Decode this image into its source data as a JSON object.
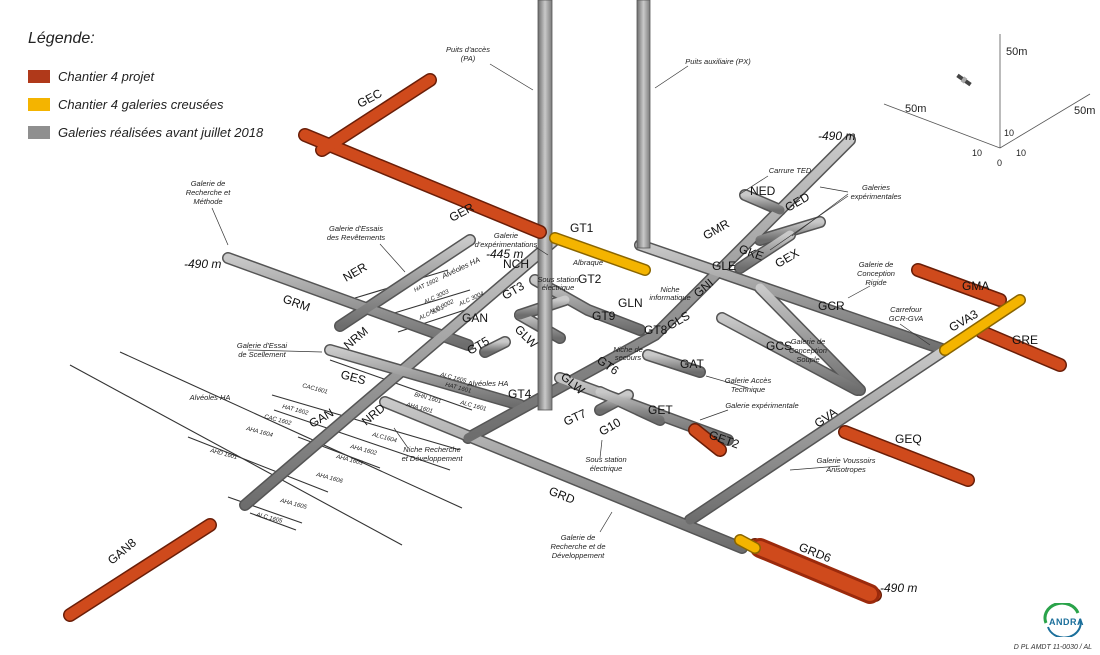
{
  "legend": {
    "title": "Légende:",
    "items": [
      {
        "label": "Chantier 4 projet",
        "color": "#b0391a"
      },
      {
        "label": "Chantier 4 galeries creusées",
        "color": "#f4b400"
      },
      {
        "label": "Galeries réalisées avant juillet 2018",
        "color": "#8f8f8f"
      }
    ]
  },
  "colors": {
    "projet": "#c84a1f",
    "creusees": "#f4b400",
    "realisees": "#9a9a9a"
  },
  "labels": {
    "GEC": "GEC",
    "GER": "GER",
    "GT1": "GT1",
    "NCH": "NCH",
    "GT2": "GT2",
    "GT3": "GT3",
    "GLN": "GLN",
    "GT9": "GT9",
    "GT8": "GT8",
    "GLS": "GLS",
    "GT5": "GT5",
    "GLW": "GLW",
    "GT6": "GT6",
    "GAT": "GAT",
    "GT4": "GT4",
    "GLWb": "GLW",
    "GT7": "GT7",
    "GET": "GET",
    "GET2": "GET2",
    "G10": "G10",
    "GRD": "GRD",
    "GRD6": "GRD6",
    "GAN8": "GAN8",
    "GANa": "GAN",
    "GANb": "GAN",
    "GES": "GES",
    "NRD": "NRD",
    "NRM": "NRM",
    "NER": "NER",
    "GRM": "GRM",
    "GMR": "GMR",
    "GKE": "GKE",
    "GLE": "GLE",
    "GNI": "GNI",
    "NED": "NED",
    "GED": "GED",
    "GEX": "GEX",
    "GCR": "GCR",
    "GCS": "GCS",
    "GMA": "GMA",
    "GVA3": "GVA3",
    "GRE": "GRE",
    "GVA": "GVA",
    "GEQ": "GEQ"
  },
  "depths": {
    "d1": "-490 m",
    "d2": "-445 m",
    "d3": "-490 m",
    "d4": "-490 m"
  },
  "annotations": {
    "puits_acces": [
      "Puits d'accès",
      "(PA)"
    ],
    "puits_aux": [
      "Puits auxiliaire (PX)"
    ],
    "recherche_methode": [
      "Galerie de",
      "Recherche  et",
      "Méthode"
    ],
    "essais_revetements": [
      "Galerie d'Essais",
      "des Revêtements"
    ],
    "experimentations": [
      "Galerie",
      "d'expérimentations"
    ],
    "sous_station1": [
      "Sous station",
      "électrique"
    ],
    "albraque": [
      "Albraque"
    ],
    "niche_info": [
      "Niche",
      "informatique"
    ],
    "carrure_ted": [
      "Carrure TED"
    ],
    "galeries_exp": [
      "Galeries",
      "expérimentales"
    ],
    "conception_rigide": [
      "Galerie de",
      "Conception",
      "Rigide"
    ],
    "carrefour": [
      "Carrefour",
      "GCR-GVA"
    ],
    "essai_scellement": [
      "Galerie d'Essai",
      "de Scellement"
    ],
    "niche_secours": [
      "Niche de",
      "secours"
    ],
    "conception_souple": [
      "Galerie de",
      "Conception",
      "Souple"
    ],
    "acces_technique": [
      "Galerie Accès",
      "Technique"
    ],
    "galerie_exp": [
      "Galerie expérimentale"
    ],
    "voussoirs": [
      "Galerie Voussoirs",
      "Anisotropes"
    ],
    "sous_station2": [
      "Sous station",
      "électrique"
    ],
    "niche_recherche": [
      "Niche Recherche",
      "et Développement"
    ],
    "recherche_dev": [
      "Galerie de",
      "Recherche et de",
      "Développement"
    ],
    "alveoles_ha1": [
      "Alvéoles HA"
    ],
    "alveoles_ha2": [
      "Alvéoles HA"
    ],
    "alveoles_ha3": [
      "Alvéoles HA"
    ]
  },
  "cells": {
    "HAT1602": "HAT 1602",
    "ALC3003": "ALC 3003",
    "ALC3002": "ALC 3002",
    "ALC3001": "ALC 3001",
    "ALC3004": "ALC 3004",
    "ALC1605": "ALC 1605",
    "HAT1601": "HAT 1601",
    "BHN1601": "BHN 1601",
    "AHA1601": "AHA 1601",
    "ALC1601": "ALC 1601",
    "ALC1604": "ALC1604",
    "CAC1601": "CAC1601",
    "HAT1602b": "HAT 1602",
    "CAC1602": "CAC 1602",
    "AHA1604": "AHA 1604",
    "AHA1602": "AHA 1602",
    "AHA1603": "AHA 1603",
    "AHD1601": "AHD 1601",
    "AHA1606": "AHA 1606",
    "AHA1605": "AHA 1605",
    "ALC1605b": "ALC 1605"
  },
  "axes": {
    "z": "50m",
    "x": "50m",
    "y": "50m",
    "t1": "10",
    "t2": "10",
    "t3": "10",
    "o": "0"
  },
  "footer": {
    "logo": "ANDRA",
    "code": "D PL AMDT 11-0030 / AL"
  }
}
